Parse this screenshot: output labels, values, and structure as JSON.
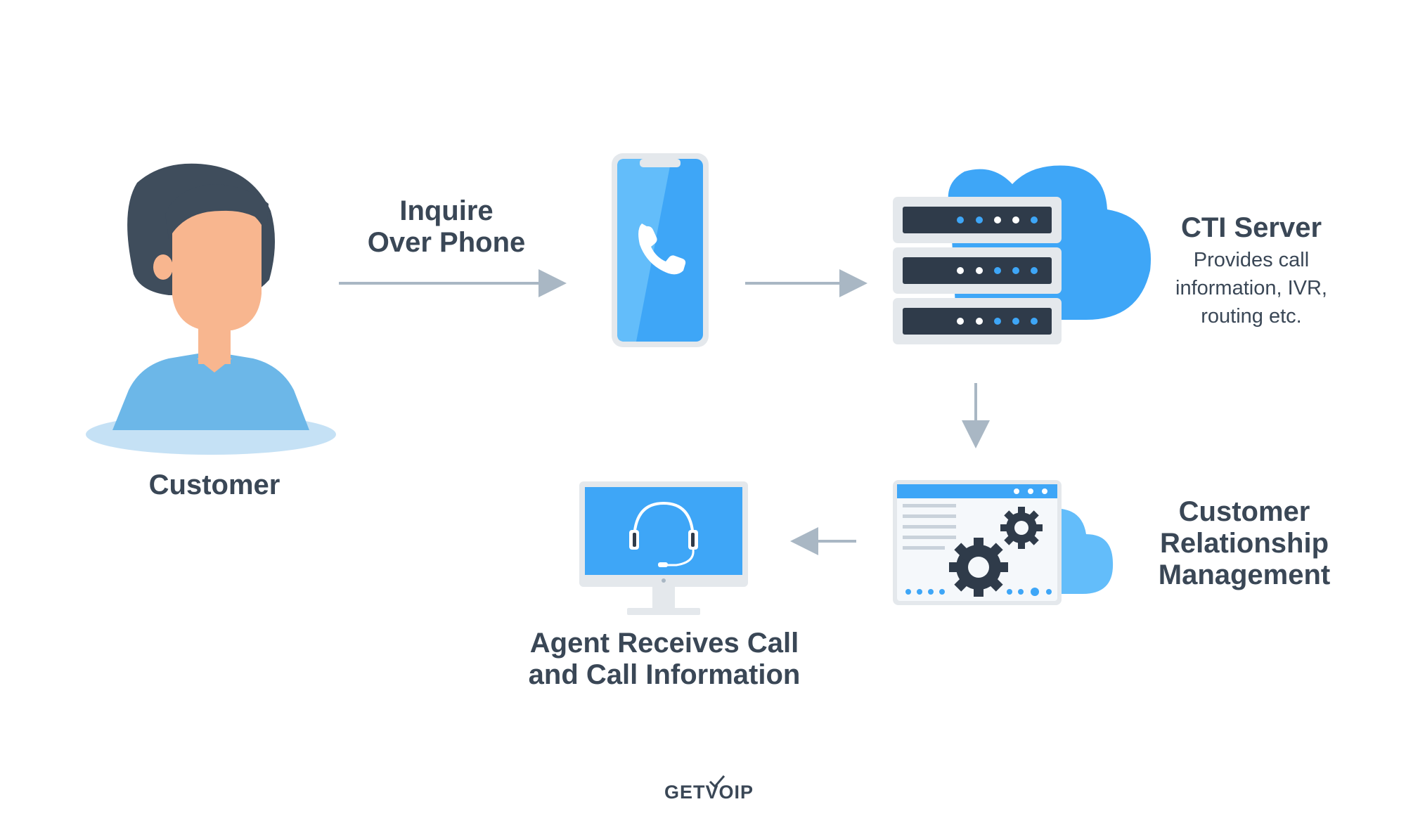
{
  "nodes": {
    "customer": {
      "label": "Customer"
    },
    "inquire": {
      "line1": "Inquire",
      "line2": "Over Phone"
    },
    "cti": {
      "title": "CTI Server",
      "desc1": "Provides call",
      "desc2": "information, IVR,",
      "desc3": "routing etc."
    },
    "crm": {
      "line1": "Customer",
      "line2": "Relationship",
      "line3": "Management"
    },
    "agent": {
      "line1": "Agent Receives Call",
      "line2": "and Call Information"
    }
  },
  "brand": {
    "name": "GETVOIP"
  },
  "colors": {
    "text": "#3a4756",
    "skin": "#f8b68f",
    "hair": "#3f4d5c",
    "shirt": "#6cb7e8",
    "shadow": "#c5e1f5",
    "blue_primary": "#3ea6f7",
    "blue_light": "#63bdfa",
    "server_dark": "#2f3b4a",
    "frame": "#e4e8ec",
    "arrow": "#a9b7c4"
  }
}
